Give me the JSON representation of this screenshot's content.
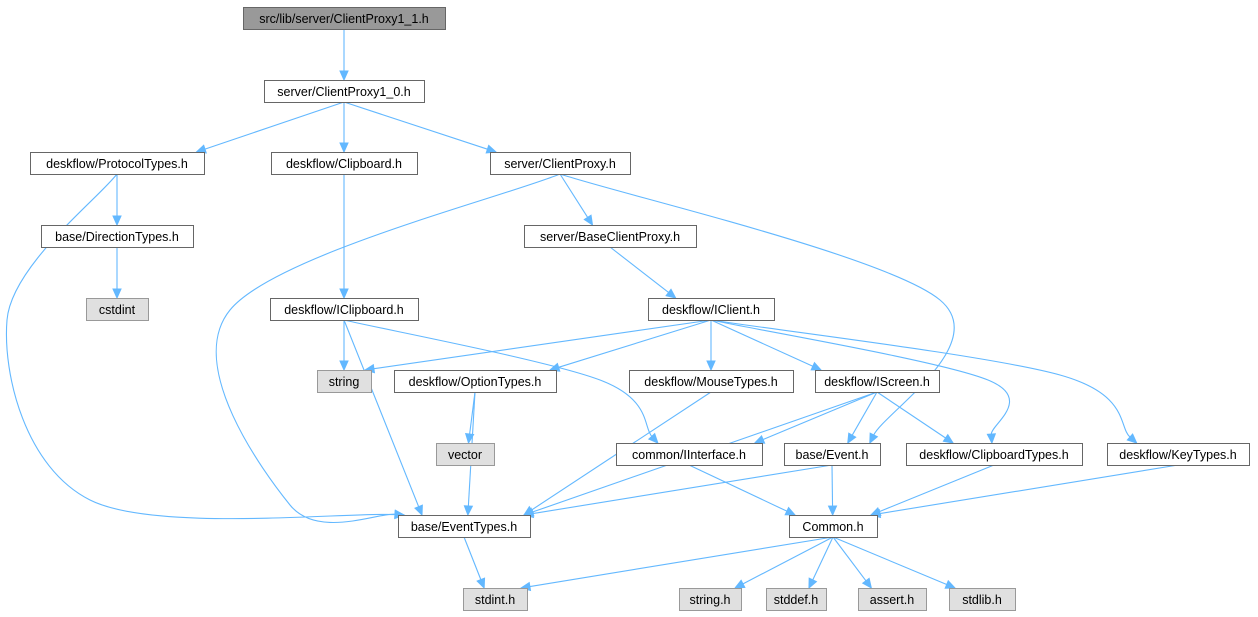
{
  "diagram": {
    "root": "src/lib/server/ClientProxy1_1.h",
    "nodes": [
      {
        "id": "root",
        "label": "src/lib/server/ClientProxy1_1.h",
        "kind": "root"
      },
      {
        "id": "cp10",
        "label": "server/ClientProxy1_0.h",
        "kind": "internal"
      },
      {
        "id": "proto",
        "label": "deskflow/ProtocolTypes.h",
        "kind": "internal"
      },
      {
        "id": "clip",
        "label": "deskflow/Clipboard.h",
        "kind": "internal"
      },
      {
        "id": "cproxy",
        "label": "server/ClientProxy.h",
        "kind": "internal"
      },
      {
        "id": "dirtypes",
        "label": "base/DirectionTypes.h",
        "kind": "internal"
      },
      {
        "id": "bcp",
        "label": "server/BaseClientProxy.h",
        "kind": "internal"
      },
      {
        "id": "cstdint",
        "label": "cstdint",
        "kind": "external"
      },
      {
        "id": "iclipboard",
        "label": "deskflow/IClipboard.h",
        "kind": "internal"
      },
      {
        "id": "iclient",
        "label": "deskflow/IClient.h",
        "kind": "internal"
      },
      {
        "id": "string",
        "label": "string",
        "kind": "external"
      },
      {
        "id": "opttypes",
        "label": "deskflow/OptionTypes.h",
        "kind": "internal"
      },
      {
        "id": "mousetypes",
        "label": "deskflow/MouseTypes.h",
        "kind": "internal"
      },
      {
        "id": "iscreen",
        "label": "deskflow/IScreen.h",
        "kind": "internal"
      },
      {
        "id": "vector",
        "label": "vector",
        "kind": "external"
      },
      {
        "id": "iinterface",
        "label": "common/IInterface.h",
        "kind": "internal"
      },
      {
        "id": "event",
        "label": "base/Event.h",
        "kind": "internal"
      },
      {
        "id": "cliptypes",
        "label": "deskflow/ClipboardTypes.h",
        "kind": "internal"
      },
      {
        "id": "keytypes",
        "label": "deskflow/KeyTypes.h",
        "kind": "internal"
      },
      {
        "id": "eventtypes",
        "label": "base/EventTypes.h",
        "kind": "internal"
      },
      {
        "id": "common",
        "label": "Common.h",
        "kind": "internal"
      },
      {
        "id": "stdint",
        "label": "stdint.h",
        "kind": "external"
      },
      {
        "id": "stringh",
        "label": "string.h",
        "kind": "external"
      },
      {
        "id": "stddef",
        "label": "stddef.h",
        "kind": "external"
      },
      {
        "id": "assert",
        "label": "assert.h",
        "kind": "external"
      },
      {
        "id": "stdlib",
        "label": "stdlib.h",
        "kind": "external"
      }
    ],
    "edges": [
      {
        "from": "root",
        "to": "cp10"
      },
      {
        "from": "cp10",
        "to": "proto"
      },
      {
        "from": "cp10",
        "to": "clip"
      },
      {
        "from": "cp10",
        "to": "cproxy"
      },
      {
        "from": "proto",
        "to": "dirtypes"
      },
      {
        "from": "proto",
        "to": "eventtypes"
      },
      {
        "from": "dirtypes",
        "to": "cstdint"
      },
      {
        "from": "clip",
        "to": "iclipboard"
      },
      {
        "from": "cproxy",
        "to": "bcp"
      },
      {
        "from": "cproxy",
        "to": "eventtypes"
      },
      {
        "from": "cproxy",
        "to": "event"
      },
      {
        "from": "bcp",
        "to": "iclient"
      },
      {
        "from": "iclipboard",
        "to": "string"
      },
      {
        "from": "iclipboard",
        "to": "eventtypes"
      },
      {
        "from": "iclipboard",
        "to": "iinterface"
      },
      {
        "from": "iclient",
        "to": "string"
      },
      {
        "from": "iclient",
        "to": "opttypes"
      },
      {
        "from": "iclient",
        "to": "mousetypes"
      },
      {
        "from": "iclient",
        "to": "iscreen"
      },
      {
        "from": "iclient",
        "to": "cliptypes"
      },
      {
        "from": "iclient",
        "to": "keytypes"
      },
      {
        "from": "opttypes",
        "to": "vector"
      },
      {
        "from": "opttypes",
        "to": "eventtypes"
      },
      {
        "from": "mousetypes",
        "to": "eventtypes"
      },
      {
        "from": "iscreen",
        "to": "eventtypes"
      },
      {
        "from": "iscreen",
        "to": "iinterface"
      },
      {
        "from": "iscreen",
        "to": "event"
      },
      {
        "from": "iscreen",
        "to": "cliptypes"
      },
      {
        "from": "iinterface",
        "to": "common"
      },
      {
        "from": "event",
        "to": "eventtypes"
      },
      {
        "from": "event",
        "to": "common"
      },
      {
        "from": "cliptypes",
        "to": "common"
      },
      {
        "from": "keytypes",
        "to": "common"
      },
      {
        "from": "eventtypes",
        "to": "stdint"
      },
      {
        "from": "common",
        "to": "stdint"
      },
      {
        "from": "common",
        "to": "stringh"
      },
      {
        "from": "common",
        "to": "stddef"
      },
      {
        "from": "common",
        "to": "assert"
      },
      {
        "from": "common",
        "to": "stdlib"
      }
    ]
  },
  "colors": {
    "edge": "#63b8ff",
    "root_fill": "#999999",
    "internal_fill": "#ffffff",
    "external_fill": "#e0e0e0",
    "border": "#666666"
  }
}
